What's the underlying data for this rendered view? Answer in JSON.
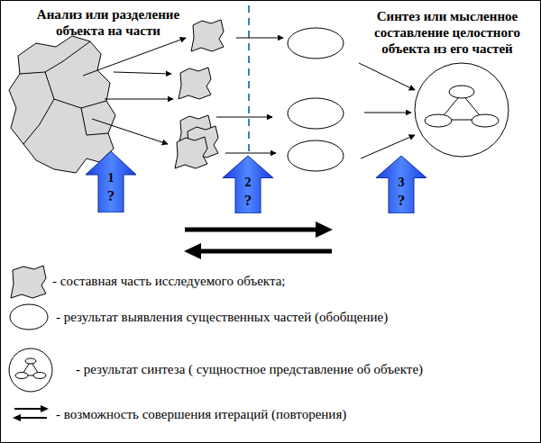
{
  "diagram": {
    "nodes": [
      {
        "text": [
          "1",
          "?"
        ]
      },
      {
        "text": [
          "2",
          "?"
        ]
      },
      {
        "text": [
          "3",
          "?"
        ]
      }
    ],
    "labels": [
      "Анализ или разделение объекта на части",
      "Синтез или мысленное составление целостного объекта из его частей"
    ],
    "legend": [
      {
        "text": "- составная часть исследуемого объекта;"
      },
      {
        "text": "- результат выявления существенных частей (обобщение)"
      },
      {
        "text": "- результат синтеза ( сущностное представление об объекте)"
      },
      {
        "text": "- возможность совершения итераций (повторения)"
      }
    ]
  }
}
